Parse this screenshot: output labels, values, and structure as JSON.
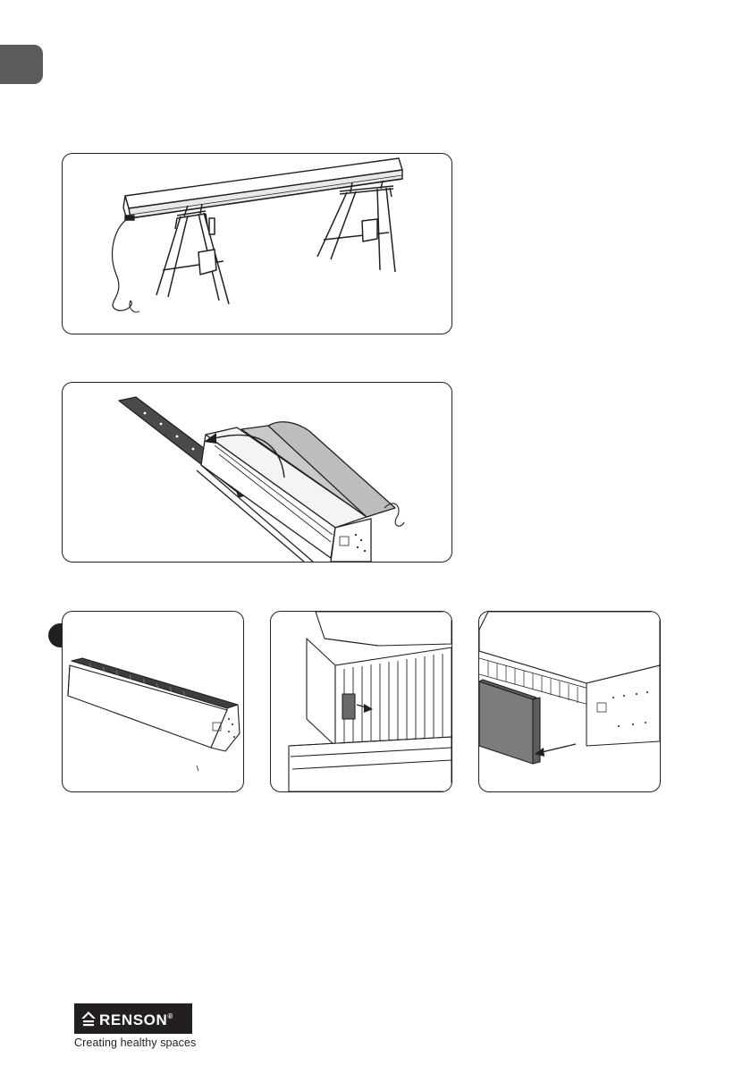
{
  "brand": {
    "name": "RENSON",
    "registered_mark": "®",
    "tagline": "Creating healthy spaces",
    "logo_color": "#231f20"
  },
  "section_tab": {
    "color": "#5b5b5d"
  },
  "illustrations": [
    {
      "id": 1,
      "subject": "Convector unit resting on two trestles with power cable"
    },
    {
      "id": 2,
      "subject": "Removing the top grille from the unit (curved arrow)"
    },
    {
      "id": 3,
      "subject": "Unit with front cover in place",
      "step_marker": true
    },
    {
      "id": 4,
      "subject": "Detail: releasing the clip on the fin block (arrow)"
    },
    {
      "id": 5,
      "subject": "Detail: removing the front panel (arrow)"
    }
  ]
}
